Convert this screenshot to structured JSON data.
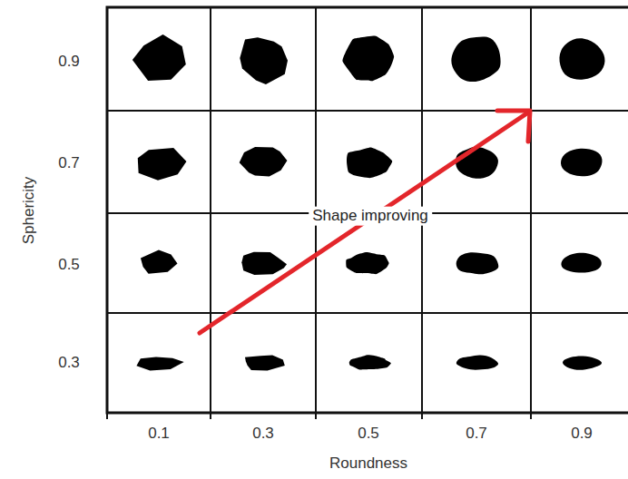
{
  "diagram": {
    "labels": [
      "0.9",
      "0.7",
      "0.5",
      "0.3",
      "Sphericity",
      "0.1",
      "0.3",
      "0.5",
      "0.7",
      "0.9",
      "Roundness",
      "Shape improving"
    ]
  }
}
